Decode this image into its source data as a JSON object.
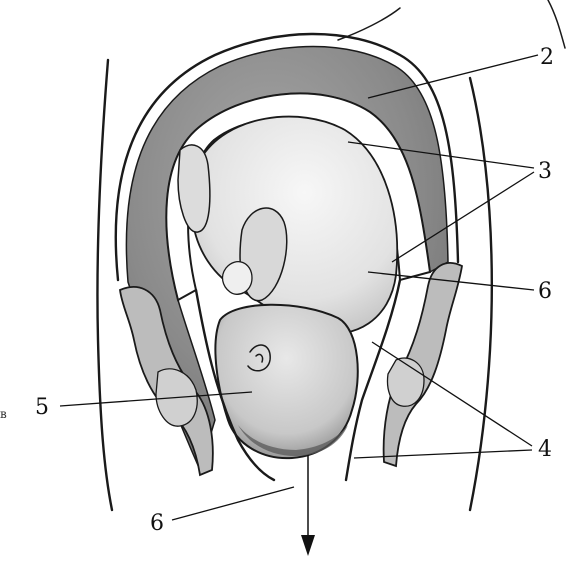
{
  "diagram": {
    "labels": [
      {
        "id": "label-2",
        "text": "2"
      },
      {
        "id": "label-3",
        "text": "3"
      },
      {
        "id": "label-6-right",
        "text": "6"
      },
      {
        "id": "label-4",
        "text": "4"
      },
      {
        "id": "label-5",
        "text": "5"
      },
      {
        "id": "label-6-bottom",
        "text": "6"
      },
      {
        "id": "label-stray-left",
        "text": "в"
      }
    ],
    "colors": {
      "ink": "#1a1a1a",
      "uterine_wall_shade": "#8a8a8a",
      "membrane_shade": "#ffffff",
      "fetus_skin": "#e6e6e6",
      "head_shade": "#cfcfcf",
      "pelvic_bone": "#bcbcbc"
    },
    "icons": [
      "downward-arrow-icon"
    ]
  }
}
